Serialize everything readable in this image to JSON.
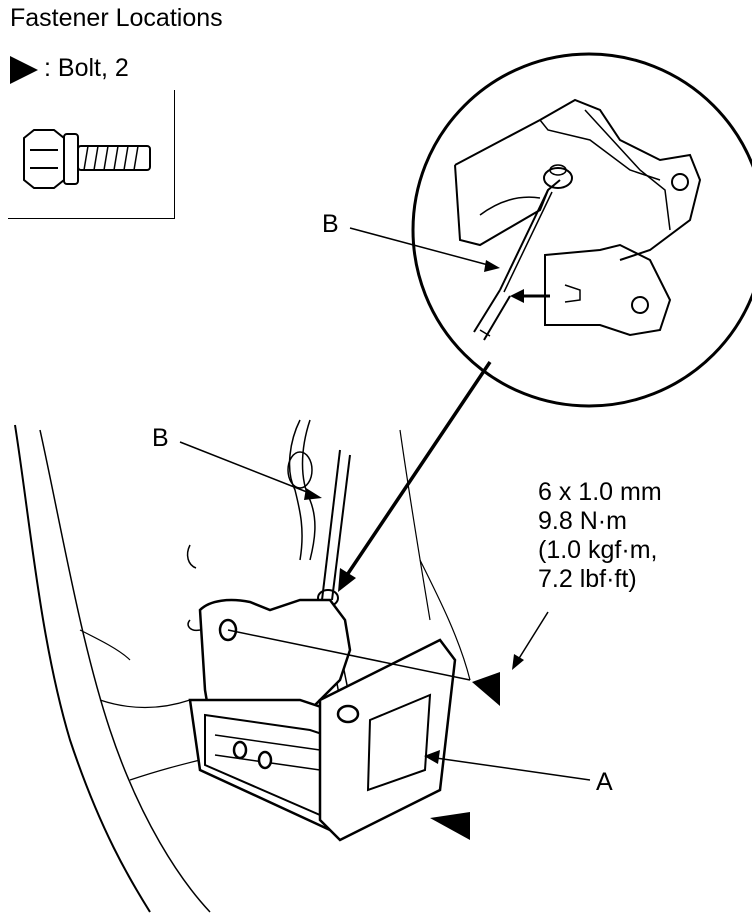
{
  "title": "Fastener Locations",
  "legend": {
    "icon": "triangle-arrow",
    "text": ": Bolt, 2"
  },
  "callouts": {
    "b_upper": "B",
    "b_lower": "B",
    "a": "A"
  },
  "torque": {
    "line1": "6 x 1.0 mm",
    "line2": "9.8 N·m",
    "line3": "(1.0 kgf·m,",
    "line4": "7.2 lbf·ft)"
  }
}
